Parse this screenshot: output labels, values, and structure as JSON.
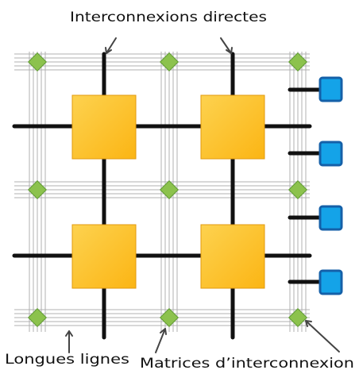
{
  "labels": {
    "top": "Interconnexions directes",
    "bottom_left": "Longues lignes",
    "bottom_right": "Matrices d’interconnexion"
  },
  "colors": {
    "background": "#ffffff",
    "logic_block_fill": "#fbb514",
    "logic_block_light": "#fdd24f",
    "logic_block_stroke": "#e29a0e",
    "io_block_fill": "#14a3e8",
    "io_block_stroke": "#1560a8",
    "switch_fill": "#8cc24d",
    "switch_stroke": "#5e9a32",
    "direct_line": "#111111",
    "long_line": "#b0b0b0",
    "arrow": "#444444"
  },
  "elements": {
    "logic_blocks": [
      "CLB",
      "CLB",
      "CLB",
      "CLB"
    ],
    "io_blocks": [
      "IOB",
      "IOB",
      "IOB",
      "IOB"
    ],
    "switch_matrices": [
      "SM",
      "SM",
      "SM",
      "SM",
      "SM",
      "SM",
      "SM",
      "SM",
      "SM"
    ]
  }
}
